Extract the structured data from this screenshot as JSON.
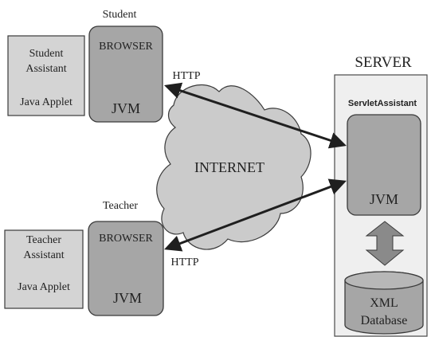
{
  "student": {
    "title": "Student",
    "assistant_line1": "Student",
    "assistant_line2": "Assistant",
    "applet": "Java Applet",
    "browser": "BROWSER",
    "jvm": "JVM"
  },
  "teacher": {
    "title": "Teacher",
    "assistant_line1": "Teacher",
    "assistant_line2": "Assistant",
    "applet": "Java Applet",
    "browser": "BROWSER",
    "jvm": "JVM"
  },
  "internet": {
    "label": "INTERNET",
    "http_top": "HTTP",
    "http_bottom": "HTTP"
  },
  "server": {
    "title": "SERVER",
    "servlet": "ServletAssistant",
    "jvm": "JVM",
    "db_line1": "XML",
    "db_line2": "Database"
  },
  "colors": {
    "box_fill": "#d4d4d4",
    "browser_fill": "#a6a6a6",
    "server_fill": "#efefef",
    "cloud_fill": "#cbcbcb",
    "arrow": "#1f1f1f",
    "stroke": "#3a3a3a"
  }
}
